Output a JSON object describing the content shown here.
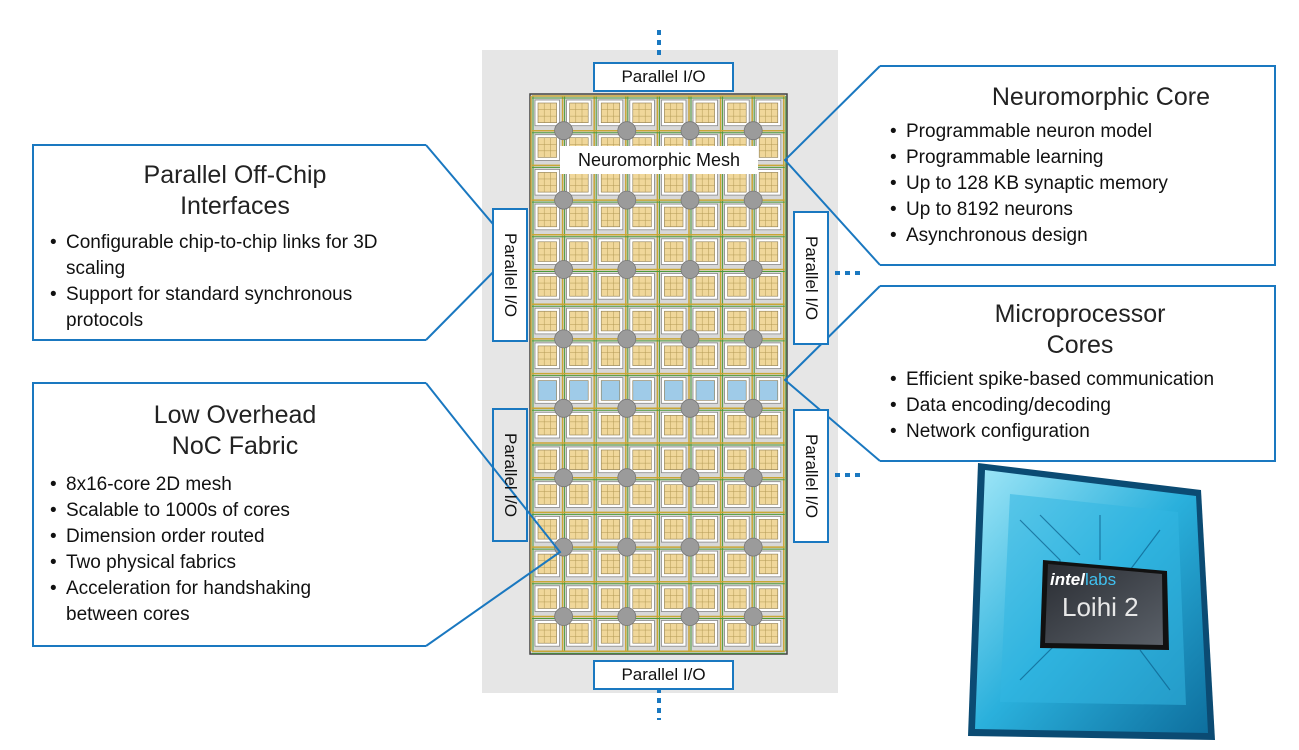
{
  "accent": "#1a78c0",
  "mesh": {
    "label": "Neuromorphic Mesh",
    "rows": 16,
    "cols": 8,
    "processor_row": 8,
    "core_color": "#f0d79a",
    "processor_color": "#9fcbe8",
    "router_color": "#9b9b9b",
    "background": "#e6e6e6"
  },
  "io_labels": {
    "top": "Parallel I/O",
    "bottom": "Parallel I/O",
    "left_upper": "Parallel I/O",
    "left_lower": "Parallel I/O",
    "right_upper": "Parallel I/O",
    "right_lower": "Parallel I/O"
  },
  "callouts": {
    "offchip": {
      "title": "Parallel Off-Chip Interfaces",
      "items": [
        "Configurable chip-to-chip links for 3D scaling",
        "Support for standard synchronous protocols"
      ]
    },
    "noc": {
      "title": "Low Overhead NoC Fabric",
      "items": [
        "8x16-core 2D mesh",
        "Scalable to 1000s of cores",
        "Dimension order routed",
        "Two physical fabrics",
        "Acceleration for handshaking between cores"
      ]
    },
    "neuro": {
      "title": "Neuromorphic Core",
      "items": [
        "Programmable neuron model",
        "Programmable learning",
        "Up to 128 KB synaptic memory",
        "Up to 8192 neurons",
        "Asynchronous design"
      ]
    },
    "micro": {
      "title": "Microprocessor Cores",
      "items": [
        "Efficient spike-based communication",
        "Data encoding/decoding",
        "Network configuration"
      ]
    }
  },
  "chip": {
    "brand": "intel",
    "brand_sub": "labs",
    "name": "Loihi 2"
  }
}
